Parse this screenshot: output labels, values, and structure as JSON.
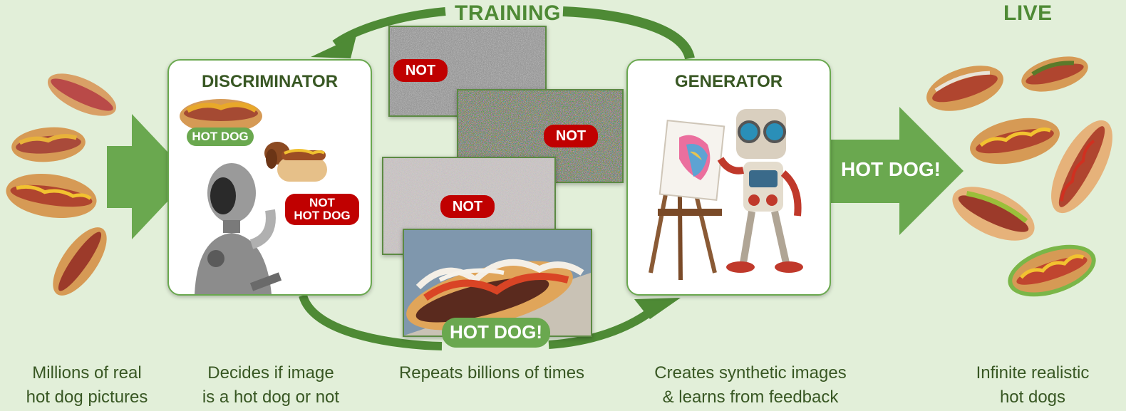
{
  "headings": {
    "training": "TRAINING",
    "live": "LIVE"
  },
  "discriminator": {
    "title": "DISCRIMINATOR",
    "hot_dog_pill": "HOT DOG",
    "not_hot_dog_line1": "NOT",
    "not_hot_dog_line2": "HOT DOG"
  },
  "generator": {
    "title": "GENERATOR"
  },
  "training_samples": {
    "not_label_1": "NOT",
    "not_label_2": "NOT",
    "not_label_3": "NOT",
    "hot_dog_label": "HOT DOG!"
  },
  "output_arrow_label": "HOT DOG!",
  "captions": {
    "real_pictures": [
      "Millions of real",
      "hot dog pictures"
    ],
    "discriminator": [
      "Decides if image",
      "is a hot dog or not"
    ],
    "repeats": [
      "Repeats billions of times"
    ],
    "generator": [
      "Creates synthetic images",
      "& learns from feedback"
    ],
    "live": [
      "Infinite realistic",
      "hot dogs"
    ]
  },
  "colors": {
    "background": "#e2efd9",
    "accent_green": "#6aa84f",
    "dark_green": "#385723",
    "not_red": "#c00000"
  }
}
